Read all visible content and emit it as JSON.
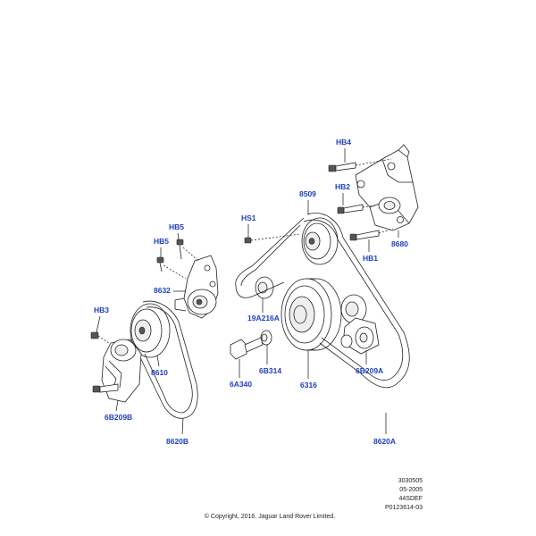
{
  "labels": {
    "hb4": "HB4",
    "hb2": "HB2",
    "p8509": "8509",
    "hs1": "HS1",
    "hb5a": "HB5",
    "hb5b": "HB5",
    "p8680": "8680",
    "hb1": "HB1",
    "p8632": "8632",
    "p19a216a": "19A216A",
    "hb3": "HB3",
    "p8610": "8610",
    "p6b314": "6B314",
    "p6a340": "6A340",
    "p6316": "6316",
    "p6b209a": "6B209A",
    "p6b209b": "6B209B",
    "p8620b": "8620B",
    "p8620a": "8620A"
  },
  "meta": {
    "ref_line1": "3030505",
    "ref_line2": "05-2005",
    "ref_line3": "44SDEF",
    "ref_line4": "P0123614-03",
    "copyright": "© Copyright, 2016. Jaguar Land Rover Limited."
  },
  "colors": {
    "label": "#1e3fbf",
    "line": "#222222",
    "background": "#ffffff"
  }
}
